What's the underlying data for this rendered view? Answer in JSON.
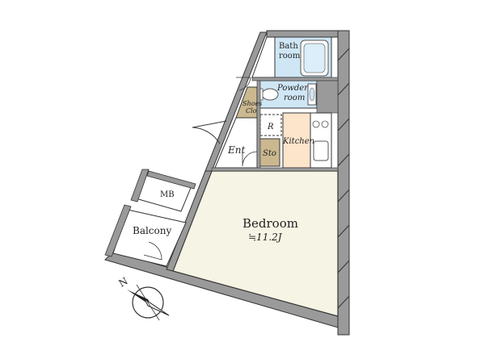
{
  "rooms": {
    "bathroom": "Bath\nroom",
    "bathroom_line1": "Bath",
    "bathroom_line2": "room",
    "powder_line1": "Powder",
    "powder_line2": "room",
    "shoes_line1": "Shoes",
    "shoes_line2": "Clo",
    "refrigerator": "R",
    "kitchen": "Kitchen",
    "entrance": "Ent",
    "storage": "Sto",
    "meter_box": "MB",
    "balcony": "Balcony",
    "bedroom": "Bedroom",
    "bedroom_size": "≒11.2J"
  },
  "compass": {
    "north_label": "N",
    "icon": "compass-icon"
  },
  "colors": {
    "wall_gray": "#9a9a9a",
    "wall_outline": "#333333",
    "bedroom_floor": "#f6f4e4",
    "bath_blue": "#cfe6f5",
    "kitchen_floor": "#fde5cc",
    "storage_brown": "#cbb88f",
    "entrance_floor": "#ffffff"
  }
}
